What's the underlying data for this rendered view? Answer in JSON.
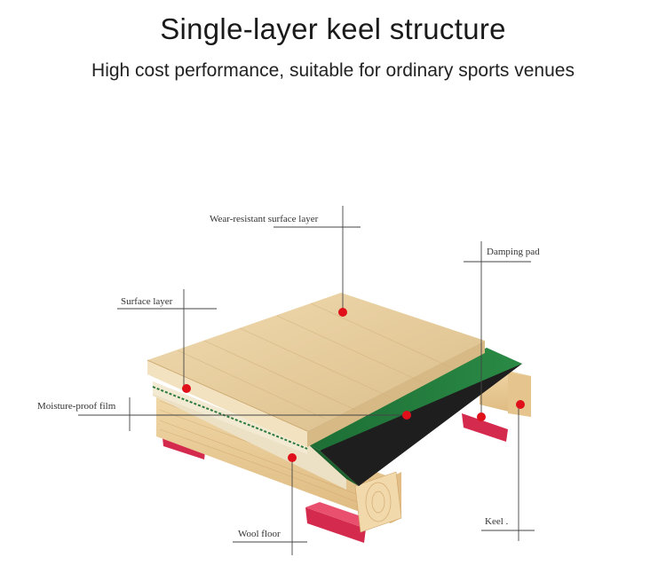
{
  "header": {
    "title": "Single-layer keel structure",
    "subtitle": "High cost performance, suitable for ordinary sports venues"
  },
  "labels": {
    "wear_surface": "Wear-resistant surface layer",
    "damping_pad": "Damping pad",
    "surface_layer": "Surface layer",
    "moisture_film": "Moisture-proof film",
    "keel": "Keel .",
    "wool_floor": "Wool floor"
  },
  "colors": {
    "marker": "#e0101a",
    "wood_top": "#e3c99a",
    "green_film": "#1f7a3a",
    "keel_wood": "#e9cf9f",
    "damping_pad": "#d8284e"
  }
}
